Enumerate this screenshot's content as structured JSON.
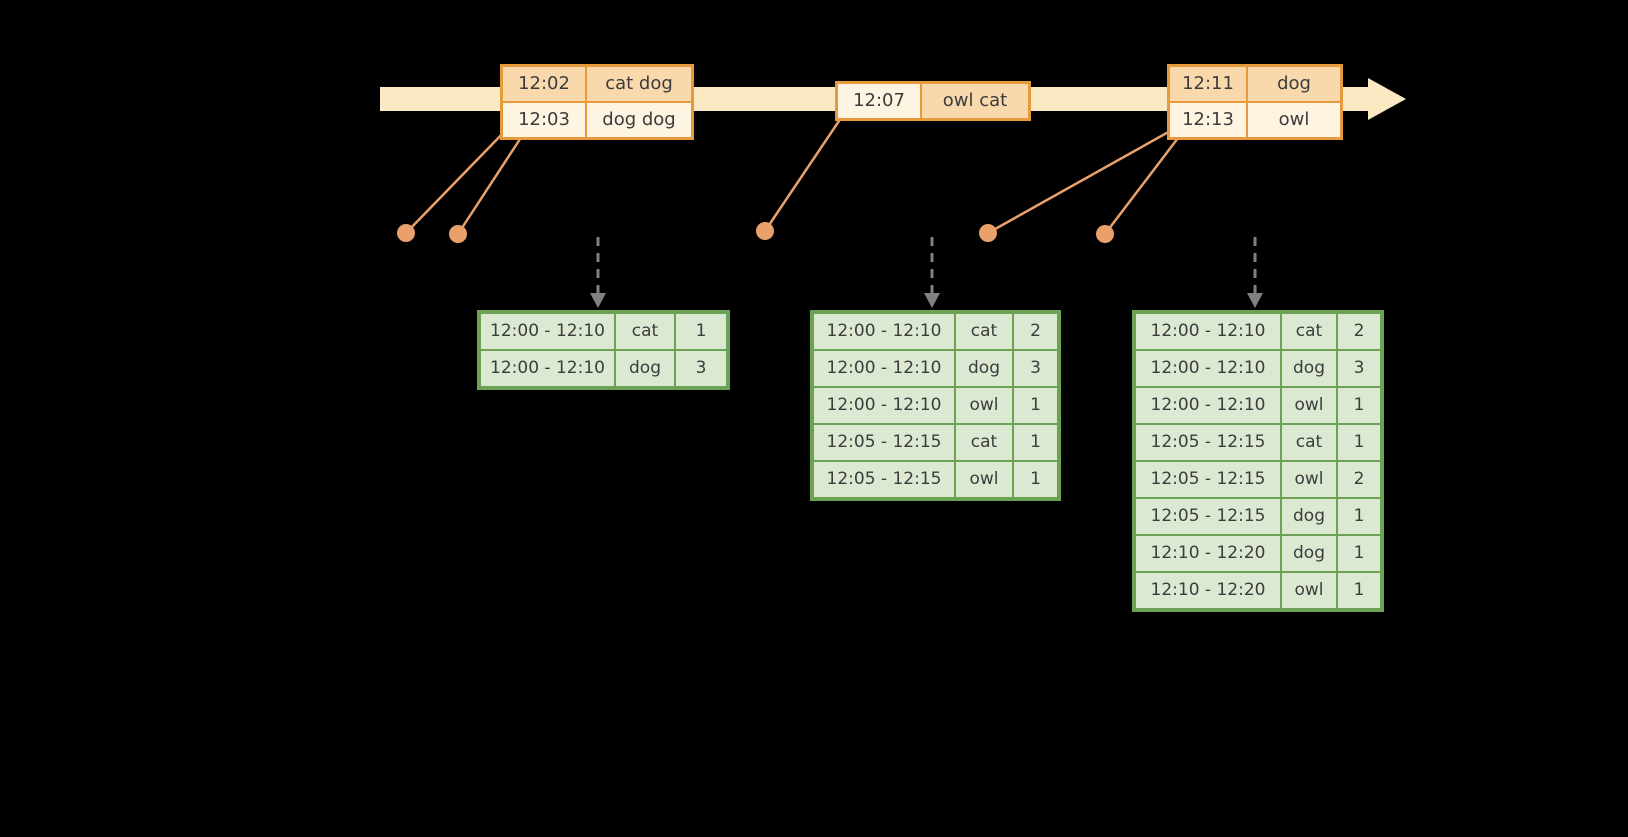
{
  "colors": {
    "background": "#000000",
    "timeline_fill": "#fae9c2",
    "event_table_border": "#e79a3c",
    "event_row_dark": "#f9d8ac",
    "event_row_light": "#fdf4e1",
    "connector": "#e9a06a",
    "event_dot": "#e9a06a",
    "trigger_arrow": "#808080",
    "result_table_border": "#6ba253",
    "result_cell_fill": "#dce9d2",
    "text": "#3c3c3c"
  },
  "event_tables": [
    {
      "rows": [
        {
          "time": "12:02",
          "words": "cat dog",
          "shade": "dark"
        },
        {
          "time": "12:03",
          "words": "dog dog",
          "shade": "light"
        }
      ]
    },
    {
      "rows": [
        {
          "time": "12:07",
          "words": "owl cat",
          "shade": "mixed"
        }
      ]
    },
    {
      "rows": [
        {
          "time": "12:11",
          "words": "dog",
          "shade": "dark"
        },
        {
          "time": "12:13",
          "words": "owl",
          "shade": "light"
        }
      ]
    }
  ],
  "result_tables": [
    {
      "rows": [
        {
          "window": "12:00 - 12:10",
          "word": "cat",
          "count": "1"
        },
        {
          "window": "12:00 - 12:10",
          "word": "dog",
          "count": "3"
        }
      ]
    },
    {
      "rows": [
        {
          "window": "12:00 - 12:10",
          "word": "cat",
          "count": "2"
        },
        {
          "window": "12:00 - 12:10",
          "word": "dog",
          "count": "3"
        },
        {
          "window": "12:00 - 12:10",
          "word": "owl",
          "count": "1"
        },
        {
          "window": "12:05 - 12:15",
          "word": "cat",
          "count": "1"
        },
        {
          "window": "12:05 - 12:15",
          "word": "owl",
          "count": "1"
        }
      ]
    },
    {
      "rows": [
        {
          "window": "12:00 - 12:10",
          "word": "cat",
          "count": "2"
        },
        {
          "window": "12:00 - 12:10",
          "word": "dog",
          "count": "3"
        },
        {
          "window": "12:00 - 12:10",
          "word": "owl",
          "count": "1"
        },
        {
          "window": "12:05 - 12:15",
          "word": "cat",
          "count": "1"
        },
        {
          "window": "12:05 - 12:15",
          "word": "owl",
          "count": "2"
        },
        {
          "window": "12:05 - 12:15",
          "word": "dog",
          "count": "1"
        },
        {
          "window": "12:10 - 12:20",
          "word": "dog",
          "count": "1"
        },
        {
          "window": "12:10 - 12:20",
          "word": "owl",
          "count": "1"
        }
      ]
    }
  ]
}
